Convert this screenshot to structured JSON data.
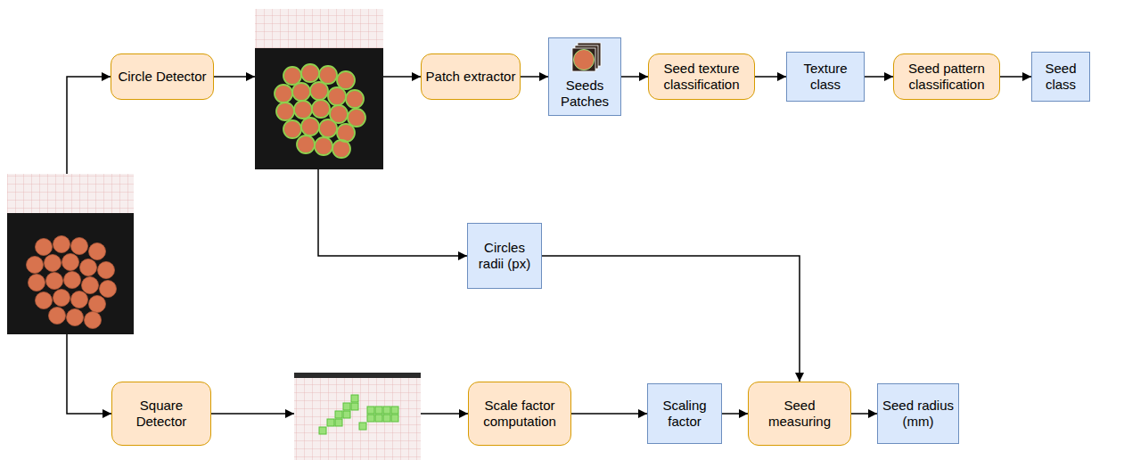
{
  "diagram": {
    "nodes": [
      {
        "text": [
          "Circle Detector"
        ]
      },
      {
        "text": [
          "Patch extractor"
        ]
      },
      {
        "text": [
          "Seeds Patches"
        ]
      },
      {
        "text": [
          "Seed texture classification"
        ]
      },
      {
        "text": [
          "Texture class"
        ]
      },
      {
        "text": [
          "Seed pattern classification"
        ]
      },
      {
        "text": [
          "Seed class"
        ]
      },
      {
        "text": [
          "Circles radii (px)"
        ]
      },
      {
        "text": [
          "Square Detector"
        ]
      },
      {
        "text": [
          "Scale factor computation"
        ]
      },
      {
        "text": [
          "Scaling factor"
        ]
      },
      {
        "text": [
          "Seed measuring"
        ]
      },
      {
        "text": [
          "Seed radius (mm)"
        ]
      }
    ],
    "edges": [
      {
        "from": 1,
        "to": 2,
        "arrow": "to"
      },
      {
        "from": 2,
        "to": 3,
        "arrow": "to"
      },
      {
        "from": 3,
        "to": 4,
        "arrow": "to"
      },
      {
        "from": 4,
        "to": 5,
        "arrow": "to"
      },
      {
        "from": 5,
        "to": 6,
        "arrow": "to"
      },
      {
        "from": 7,
        "to": 11,
        "arrow": "to"
      },
      {
        "from": 9,
        "to": 10,
        "arrow": "to"
      },
      {
        "from": 10,
        "to": 11,
        "arrow": "to"
      },
      {
        "from": 11,
        "to": 12,
        "arrow": "to"
      }
    ]
  }
}
